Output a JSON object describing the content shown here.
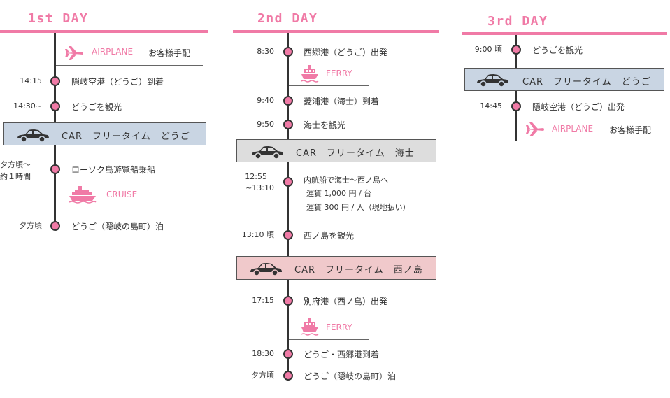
{
  "colors": {
    "accent": "#f07aa6",
    "line": "#333333",
    "car_blue": "#c9d5e3",
    "car_gray": "#dddddd",
    "car_pink": "#f0c9cb"
  },
  "days": {
    "d1": {
      "title": "1st DAY",
      "airplane": {
        "label": "AIRPLANE",
        "suffix": "お客様手配",
        "icon": "airplane-icon"
      },
      "s1": {
        "time": "14:15",
        "text": "隠岐空港（どうご）到着"
      },
      "s2": {
        "time": "14:30~",
        "text": "どうごを観光"
      },
      "car": {
        "label": "CAR　フリータイム　どうご",
        "icon": "car-icon"
      },
      "s3": {
        "time_line1": "夕方頃～",
        "time_line2": "約１時間",
        "text": "ローソク島遊覧船乗船"
      },
      "cruise": {
        "label": "CRUISE",
        "icon": "cruise-ship-icon"
      },
      "s4": {
        "time": "夕方頃",
        "text": "どうご（隠岐の島町）泊"
      }
    },
    "d2": {
      "title": "2nd DAY",
      "s1": {
        "time": "8:30",
        "text": "西郷港（どうご）出発"
      },
      "ferry1": {
        "label": "FERRY",
        "icon": "ferry-icon"
      },
      "s2": {
        "time": "9:40",
        "text": "菱浦港（海士）到着"
      },
      "s3": {
        "time": "9:50",
        "text": "海士を観光"
      },
      "car1": {
        "label": "CAR　フリータイム　海士",
        "icon": "car-icon"
      },
      "s4": {
        "time_line1": "12:55",
        "time_line2": "~13:10",
        "text": "内航船で海士～西ノ島へ",
        "note1": "運賃 1,000 円 / 台",
        "note2": "運賃 300 円 / 人（現地払い）"
      },
      "s5": {
        "time": "13:10 頃",
        "text": "西ノ島を観光"
      },
      "car2": {
        "label": "CAR　フリータイム　西ノ島",
        "icon": "car-icon"
      },
      "s6": {
        "time": "17:15",
        "text": "別府港（西ノ島）出発"
      },
      "ferry2": {
        "label": "FERRY",
        "icon": "ferry-icon"
      },
      "s7": {
        "time": "18:30",
        "text": "どうご・西郷港到着"
      },
      "s8": {
        "time": "夕方頃",
        "text": "どうご（隠岐の島町）泊"
      }
    },
    "d3": {
      "title": "3rd DAY",
      "s1": {
        "time": "9:00 頃",
        "text": "どうごを観光"
      },
      "car": {
        "label": "CAR　フリータイム　どうご",
        "icon": "car-icon"
      },
      "s2": {
        "time": "14:45",
        "text": "隠岐空港（どうご）出発"
      },
      "airplane": {
        "label": "AIRPLANE",
        "suffix": "お客様手配",
        "icon": "airplane-icon"
      }
    }
  }
}
